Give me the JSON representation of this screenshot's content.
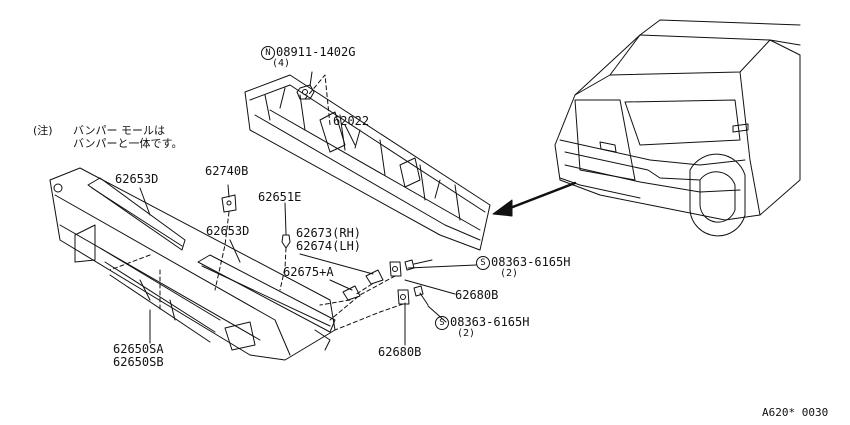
{
  "labels": {
    "nut_code": "08911-1402G",
    "nut_symbol": "N",
    "nut_qty": "(4)",
    "reinforcement": "62022",
    "note_prefix": "(注)",
    "note_line1": "バンパー モールは",
    "note_line2": "バンパーと一体です。",
    "molding_upper": "62653D",
    "bracket": "62740B",
    "clip": "62651E",
    "molding_lower": "62653D",
    "stay_rh": "62673(RH)",
    "stay_lh": "62674(LH)",
    "stay_a": "62675+A",
    "screw1_symbol": "S",
    "screw1_code": "08363-6165H",
    "screw1_qty": "(2)",
    "retainer1": "62680B",
    "screw2_symbol": "S",
    "screw2_code": "08363-6165H",
    "screw2_qty": "(2)",
    "retainer2": "62680B",
    "bumper_sa": "62650SA",
    "bumper_sb": "62650SB",
    "ref_code": "A620* 0030"
  },
  "colors": {
    "line": "#111111",
    "background": "#ffffff"
  }
}
